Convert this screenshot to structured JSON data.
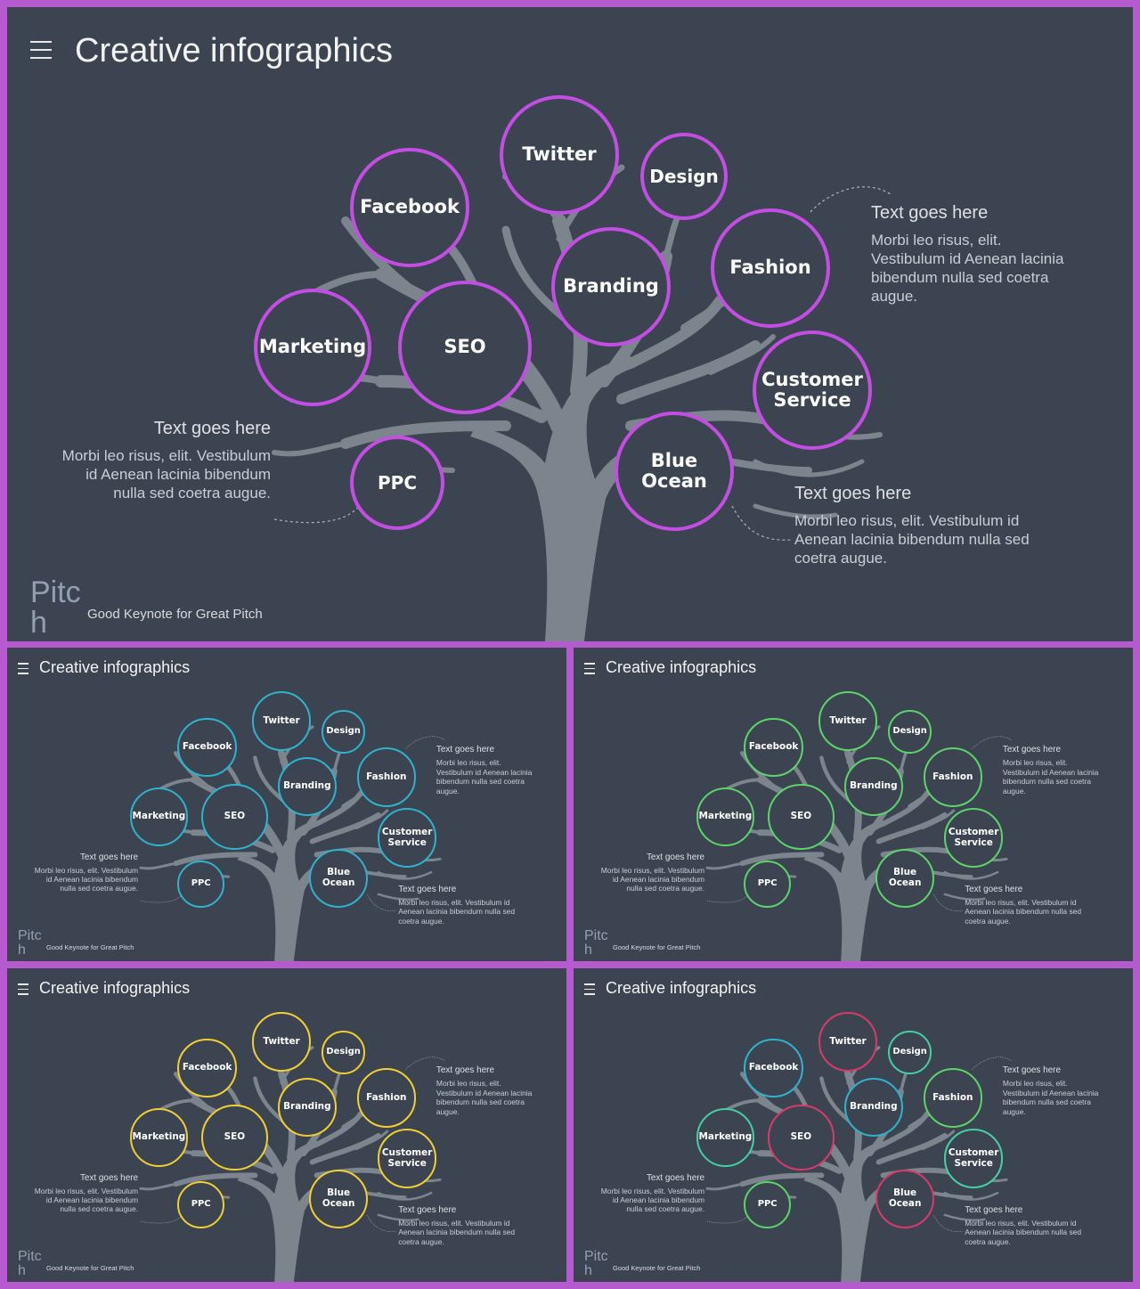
{
  "title": "Creative infographics",
  "brand": {
    "logo": "Pitch",
    "tagline": "Good Keynote for Great Pitch"
  },
  "nodes": [
    {
      "id": "twitter",
      "label": "Twitter"
    },
    {
      "id": "design",
      "label": "Design"
    },
    {
      "id": "facebook",
      "label": "Facebook"
    },
    {
      "id": "branding",
      "label": "Branding"
    },
    {
      "id": "fashion",
      "label": "Fashion"
    },
    {
      "id": "marketing",
      "label": "Marketing"
    },
    {
      "id": "seo",
      "label": "SEO"
    },
    {
      "id": "customer",
      "label": "Customer\nService"
    },
    {
      "id": "ppc",
      "label": "PPC"
    },
    {
      "id": "blue",
      "label": "Blue\nOcean"
    }
  ],
  "callouts": {
    "top_right": {
      "heading": "Text goes here",
      "body": "Morbi leo risus, elit. Vestibulum id Aenean lacinia bibendum nulla sed coetra augue."
    },
    "left": {
      "heading": "Text goes here",
      "body": "Morbi leo risus, elit. Vestibulum id Aenean lacinia bibendum nulla sed coetra augue."
    },
    "bottom_right": {
      "heading": "Text goes here",
      "body": "Morbi leo risus, elit. Vestibulum id Aenean lacinia bibendum nulla sed coetra augue."
    }
  },
  "slides": [
    {
      "id": "purple",
      "colors": {
        "all": "#c44ee3"
      }
    },
    {
      "id": "cyan",
      "colors": {
        "all": "#2fb3cc"
      }
    },
    {
      "id": "green",
      "colors": {
        "all": "#5cd36b"
      }
    },
    {
      "id": "yellow",
      "colors": {
        "all": "#f0cf35"
      }
    },
    {
      "id": "mixed",
      "colors": {
        "twitter": "#d83a6c",
        "design": "#43d0a6",
        "facebook": "#2fb3cc",
        "branding": "#2fb3cc",
        "fashion": "#5cd36b",
        "marketing": "#43d0a6",
        "seo": "#d83a6c",
        "customer": "#43d0a6",
        "ppc": "#5cd36b",
        "blue": "#d83a6c"
      }
    }
  ],
  "colors": {
    "background": "#3d4451",
    "frame": "#b65ad0",
    "tree": "#7c848e"
  }
}
